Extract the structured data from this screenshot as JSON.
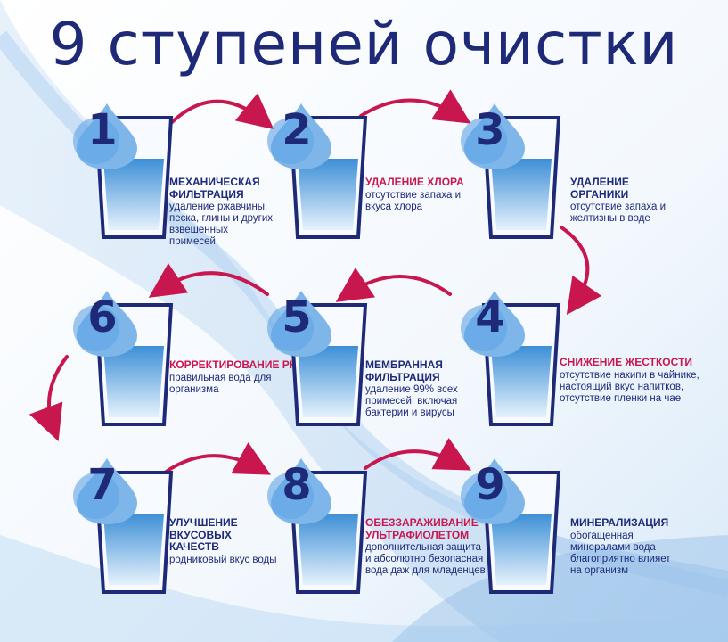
{
  "title": "9 ступеней очистки",
  "steps": [
    {
      "num": "1",
      "heading": "МЕХАНИЧЕСКАЯ ФИЛЬТРАЦИЯ",
      "desc": "удаление ржавчины, песка, глины и других взвешенных примесей",
      "heading_color": "navy"
    },
    {
      "num": "2",
      "heading": "УДАЛЕНИЕ ХЛОРА",
      "desc": "отсутствие запаха и вкуса хлора",
      "heading_color": "red"
    },
    {
      "num": "3",
      "heading": "УДАЛЕНИЕ ОРГАНИКИ",
      "desc": "отсутствие запаха и желтизны в воде",
      "heading_color": "navy"
    },
    {
      "num": "4",
      "heading": "СНИЖЕНИЕ ЖЕСТКОСТИ",
      "desc": "отсутствие накипи в чайнике, настоящий вкус напитков, отсутствие пленки на чае",
      "heading_color": "red"
    },
    {
      "num": "5",
      "heading": "МЕМБРАННАЯ ФИЛЬТРАЦИЯ",
      "desc": "удаление 99% всех примесей, включая бактерии и вирусы",
      "heading_color": "navy"
    },
    {
      "num": "6",
      "heading": "КОРРЕКТИРОВАНИЕ pH",
      "desc": "правильная вода для организма",
      "heading_color": "red"
    },
    {
      "num": "7",
      "heading": "УЛУЧШЕНИЕ ВКУСОВЫХ КАЧЕСТВ",
      "desc": "родниковый вкус воды",
      "heading_color": "navy"
    },
    {
      "num": "8",
      "heading": "ОБЕЗЗАРАЖИВАНИЕ УЛЬТРАФИОЛЕТОМ",
      "desc": "дополнительная защита и абсолютно безопасная вода даж для младенцев",
      "heading_color": "red"
    },
    {
      "num": "9",
      "heading": "МИНЕРАЛИЗАЦИЯ",
      "desc": "обогащенная минералами вода благоприятно влияет на организм",
      "heading_color": "navy"
    }
  ],
  "colors": {
    "title": "#1e2a78",
    "accent": "#c8174f",
    "water": "#3d8fd6",
    "background": "#ffffff"
  }
}
